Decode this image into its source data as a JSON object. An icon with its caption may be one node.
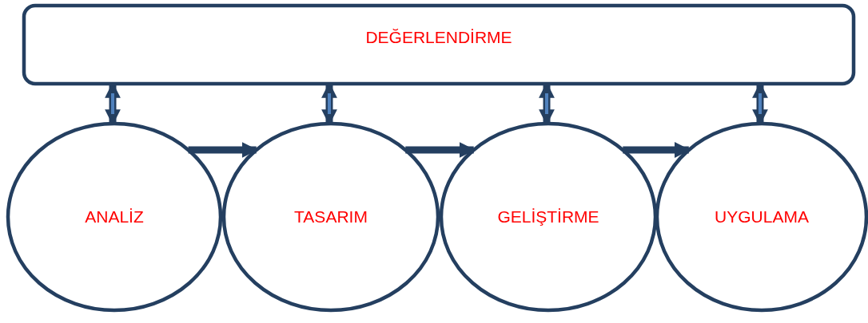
{
  "diagram": {
    "nodes": [
      {
        "text": [
          "DEĞERLENDİRME"
        ]
      },
      {
        "text": [
          "ANALİZ"
        ]
      },
      {
        "text": [
          "TASARIM"
        ]
      },
      {
        "text": [
          "GELİŞTİRME"
        ]
      },
      {
        "text": [
          "UYGULAMA"
        ]
      }
    ],
    "edges": [
      {
        "from": 0,
        "to": 1,
        "arrow": "both"
      },
      {
        "from": 0,
        "to": 2,
        "arrow": "both"
      },
      {
        "from": 0,
        "to": 3,
        "arrow": "both"
      },
      {
        "from": 0,
        "to": 4,
        "arrow": "both"
      },
      {
        "from": 1,
        "to": 2,
        "arrow": "to"
      },
      {
        "from": 2,
        "to": 3,
        "arrow": "to"
      },
      {
        "from": 3,
        "to": 4,
        "arrow": "to"
      }
    ]
  }
}
